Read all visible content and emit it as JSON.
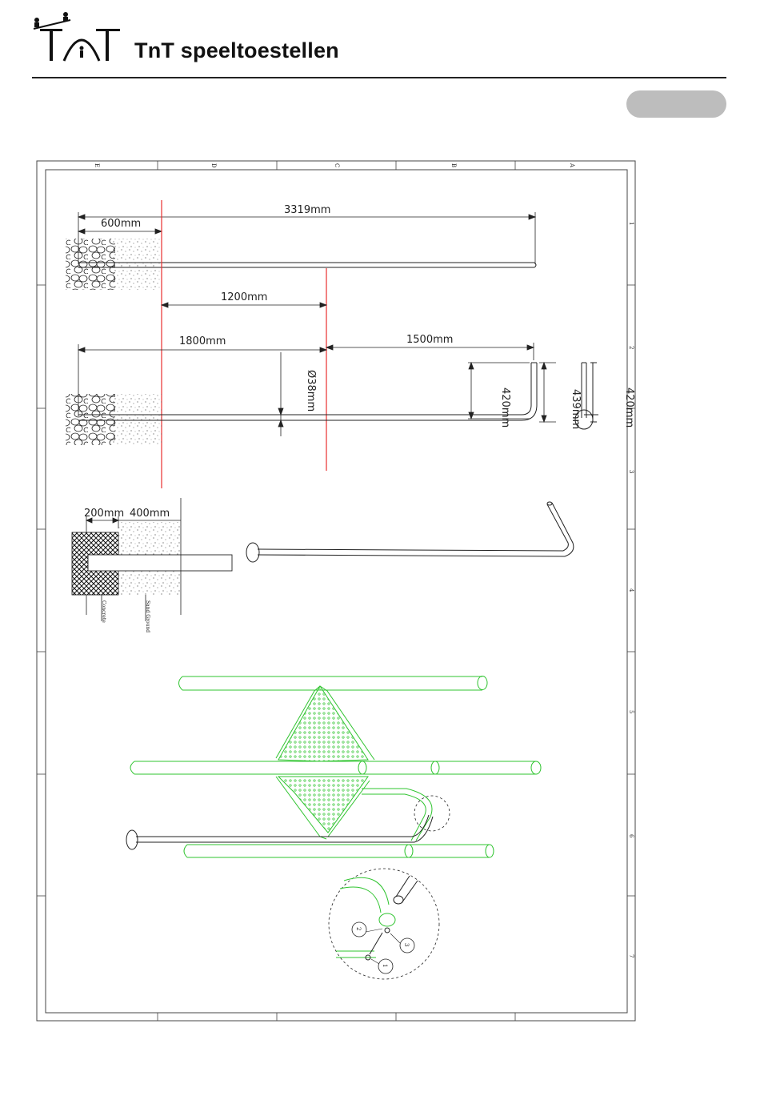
{
  "header": {
    "brand": "TnT speeltoestellen",
    "logo_letters": "TnT"
  },
  "grid": {
    "top_labels": [
      "E",
      "D",
      "C",
      "B",
      "A"
    ],
    "right_labels": [
      "1",
      "2",
      "3",
      "4",
      "5",
      "6",
      "7"
    ]
  },
  "dimensions": {
    "d_3319": "3319mm",
    "d_600": "600mm",
    "d_1200": "1200mm",
    "d_1800": "1800mm",
    "d_1500": "1500mm",
    "d_dia38": "Ø38mm",
    "d_420a": "420mm",
    "d_439": "439mm",
    "d_420b": "420mm",
    "d_200": "200mm",
    "d_400": "400mm"
  },
  "notes": {
    "concrete": "Concrete",
    "sand": "Sand Ground"
  },
  "detail_callouts": [
    "1",
    "2",
    "3"
  ],
  "colors": {
    "green": "#2fc42f",
    "red": "#e8302f",
    "ink": "#222222",
    "pill": "#bdbdbd"
  }
}
